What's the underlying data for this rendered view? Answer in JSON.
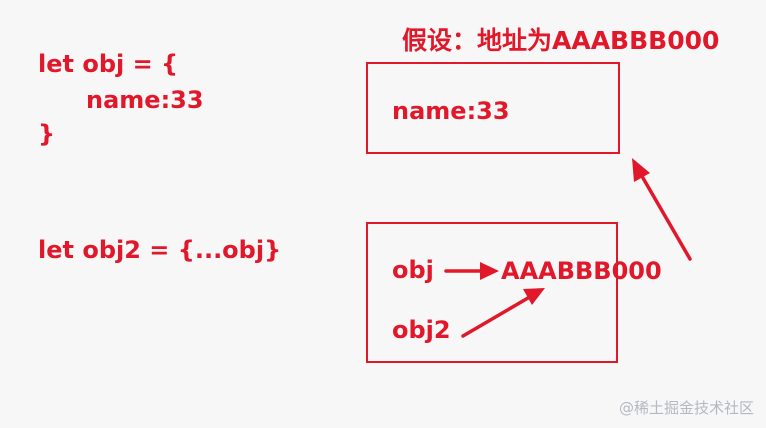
{
  "code_block_1": {
    "line1": "let obj = {",
    "line2": "name:33",
    "line3": "}"
  },
  "code_block_2": {
    "line1": "let obj2 = {...obj}"
  },
  "assumption_label": "假设：地址为AAABBB000",
  "heap_box": {
    "content": "name:33"
  },
  "stack_box": {
    "obj_label": "obj",
    "address_label": "AAABBB000",
    "obj2_label": "obj2"
  },
  "watermark": "@稀土掘金技术社区",
  "colors": {
    "accent": "#e0182a",
    "background": "#f7f7f8",
    "watermark": "#b5b8c0"
  }
}
